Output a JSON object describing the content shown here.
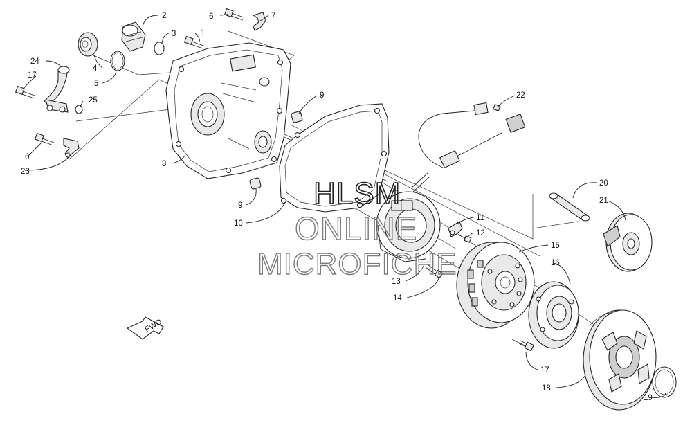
{
  "watermark": {
    "line1": "HLSM",
    "line2": "ONLINE",
    "line3": "MICROFICHE"
  },
  "fwd_label": "FWD",
  "callouts": [
    {
      "id": "c1",
      "label": "1"
    },
    {
      "id": "c2",
      "label": "2"
    },
    {
      "id": "c3",
      "label": "3"
    },
    {
      "id": "c4",
      "label": "4"
    },
    {
      "id": "c5",
      "label": "5"
    },
    {
      "id": "c6a",
      "label": "6"
    },
    {
      "id": "c6b",
      "label": "6"
    },
    {
      "id": "c7",
      "label": "7"
    },
    {
      "id": "c8",
      "label": "8"
    },
    {
      "id": "c9a",
      "label": "9"
    },
    {
      "id": "c9b",
      "label": "9"
    },
    {
      "id": "c10",
      "label": "10"
    },
    {
      "id": "c11",
      "label": "11"
    },
    {
      "id": "c12",
      "label": "12"
    },
    {
      "id": "c13",
      "label": "13"
    },
    {
      "id": "c14",
      "label": "14"
    },
    {
      "id": "c15",
      "label": "15"
    },
    {
      "id": "c16",
      "label": "16"
    },
    {
      "id": "c17a",
      "label": "17"
    },
    {
      "id": "c17b",
      "label": "17"
    },
    {
      "id": "c18",
      "label": "18"
    },
    {
      "id": "c19",
      "label": "19"
    },
    {
      "id": "c20",
      "label": "20"
    },
    {
      "id": "c21",
      "label": "21"
    },
    {
      "id": "c22",
      "label": "22"
    },
    {
      "id": "c23",
      "label": "23"
    },
    {
      "id": "c24",
      "label": "24"
    },
    {
      "id": "c25",
      "label": "25"
    }
  ]
}
